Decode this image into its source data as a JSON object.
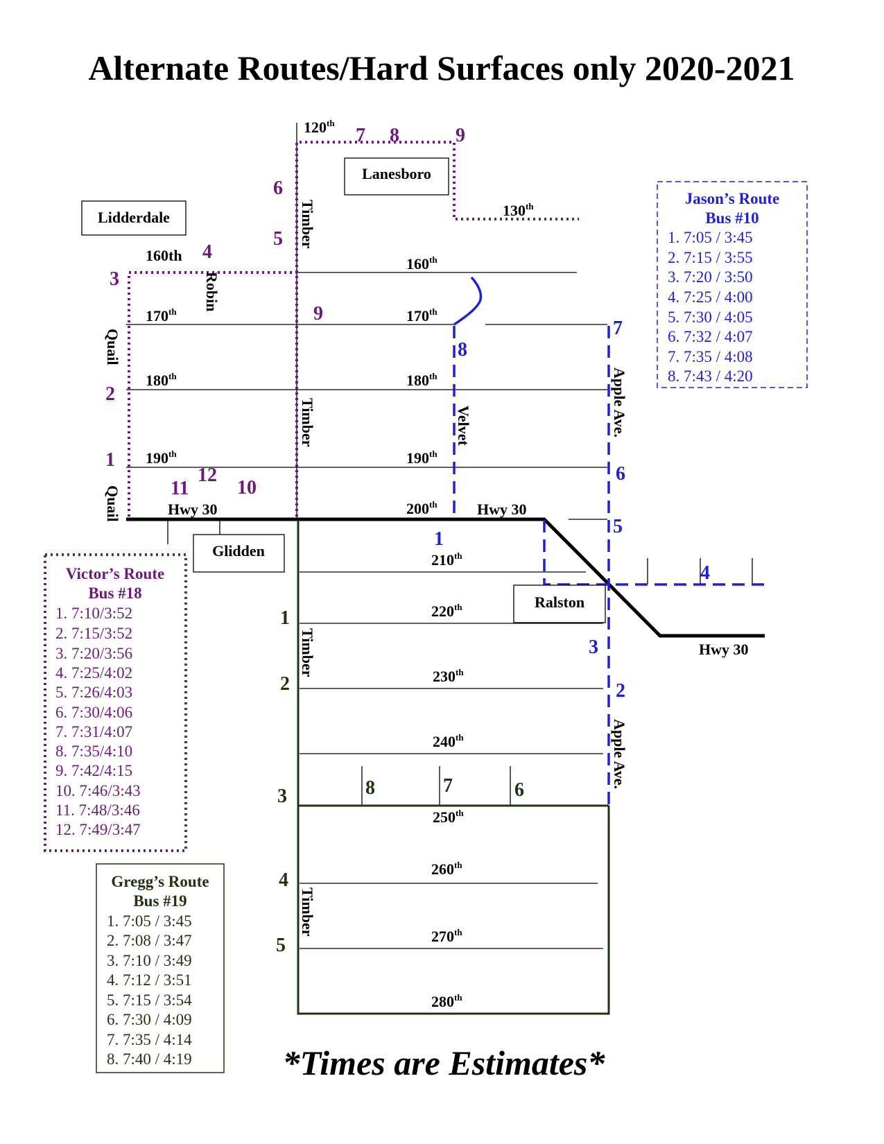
{
  "title": "Alternate Routes/Hard Surfaces only 2020-2021",
  "footer": "*Times are Estimates*",
  "colors": {
    "victor": "#6a1b7a",
    "jason": "#1f1fd6",
    "gregg": "#1f3310",
    "road": "#000000"
  },
  "towns": {
    "lanesboro": "Lanesboro",
    "lidderdale": "Lidderdale",
    "glidden": "Glidden",
    "ralston": "Ralston"
  },
  "streets": {
    "s120": "120",
    "s130": "130",
    "s160a": "160th",
    "s160b": "160",
    "s170a": "170",
    "s170b": "170",
    "s180a": "180",
    "s180b": "180",
    "s190a": "190",
    "s190b": "190",
    "s200": "200",
    "s210": "210",
    "s220": "220",
    "s230": "230",
    "s240": "240",
    "s250": "250",
    "s260": "260",
    "s270": "270",
    "s280": "280",
    "th": "th",
    "hwy30a": "Hwy 30",
    "hwy30b": "Hwy 30",
    "hwy30c": "Hwy 30",
    "timber": "Timber",
    "robin": "Robin",
    "quail": "Quail",
    "velvet": "Velvet",
    "apple": "Apple Ave."
  },
  "routes": {
    "jason": {
      "name": "Jason’s Route",
      "bus": "Bus #10",
      "stops": [
        "1. 7:05 / 3:45",
        "2. 7:15 / 3:55",
        "3. 7:20 / 3:50",
        "4. 7:25 / 4:00",
        "5. 7:30 / 4:05",
        "6. 7:32 / 4:07",
        "7. 7:35 / 4:08",
        "8. 7:43 / 4:20"
      ]
    },
    "victor": {
      "name": "Victor’s Route",
      "bus": "Bus #18",
      "stops": [
        "1. 7:10/3:52",
        "2. 7:15/3:52",
        "3. 7:20/3:56",
        "4. 7:25/4:02",
        "5. 7:26/4:03",
        "6. 7:30/4:06",
        "7. 7:31/4:07",
        "8. 7:35/4:10",
        "9. 7:42/4:15",
        "10. 7:46/3:43",
        "11. 7:48/3:46",
        "12. 7:49/3:47"
      ]
    },
    "gregg": {
      "name": "Gregg’s Route",
      "bus": "Bus #19",
      "stops": [
        "1. 7:05 / 3:45",
        "2. 7:08 / 3:47",
        "3. 7:10 / 3:49",
        "4. 7:12 / 3:51",
        "5. 7:15 / 3:54",
        "6. 7:30 / 4:09",
        "7. 7:35 / 4:14",
        "8. 7:40 / 4:19"
      ]
    }
  },
  "stop_numbers": {
    "victor": [
      "1",
      "2",
      "3",
      "4",
      "5",
      "6",
      "7",
      "8",
      "9",
      "9",
      "10",
      "11",
      "12"
    ],
    "jason": [
      "1",
      "2",
      "3",
      "4",
      "5",
      "6",
      "7",
      "8"
    ],
    "gregg": [
      "1",
      "2",
      "3",
      "4",
      "5",
      "6",
      "7",
      "8"
    ]
  }
}
